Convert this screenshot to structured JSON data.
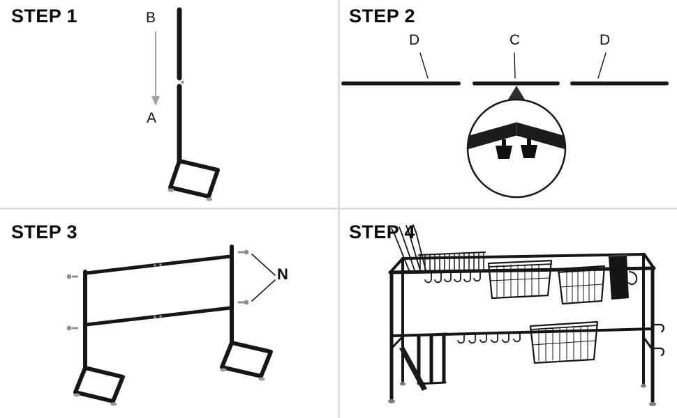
{
  "page": {
    "background_color": "#ffffff",
    "divider_color": "#dedede",
    "ink_color": "#161616",
    "muted_gray": "#9a9a9a"
  },
  "steps": {
    "step1": {
      "title": "STEP 1",
      "labels": {
        "upper_pole": "B",
        "lower_leg": "A"
      },
      "icons": [
        "down-arrow-icon",
        "upper-pole-icon",
        "lower-leg-icon",
        "foot-pad-icon"
      ]
    },
    "step2": {
      "title": "STEP 2",
      "labels": {
        "left_bar": "D",
        "center_bar": "C",
        "right_bar": "D"
      },
      "icons": [
        "crossbar-icon",
        "magnifier-circle-icon",
        "magnifier-pointer-icon",
        "thumb-knob-icon"
      ]
    },
    "step3": {
      "title": "STEP 3",
      "labels": {
        "screws": "N"
      },
      "icons": [
        "left-upright-icon",
        "right-upright-icon",
        "crossbar-icon",
        "screw-icon",
        "foot-pad-icon"
      ]
    },
    "step4": {
      "title": "STEP 4",
      "icons": [
        "assembled-rack-icon",
        "utensils-icon",
        "dish-rack-tines-icon",
        "wire-basket-icon",
        "utensil-cup-icon",
        "hooks-icon",
        "cutting-board-holder-icon",
        "side-hooks-icon"
      ]
    }
  }
}
